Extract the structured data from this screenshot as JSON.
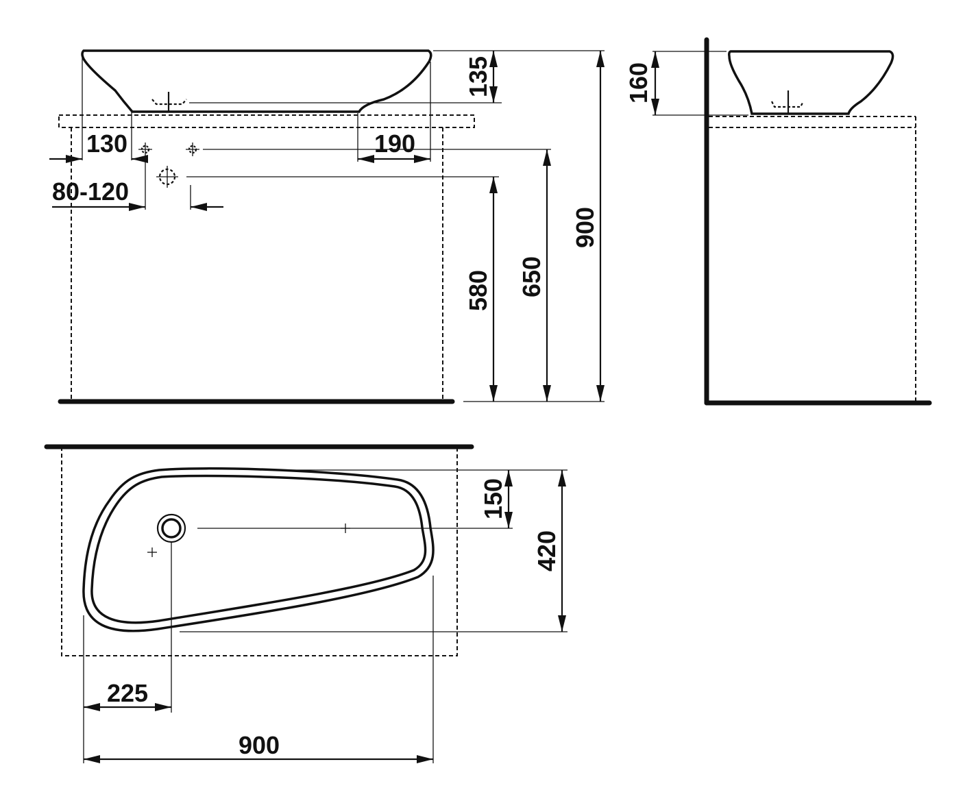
{
  "dimensions": {
    "basin_height": "135",
    "depth_offset": "130",
    "rear_offset": "190",
    "tap_range": "80-120",
    "height_580": "580",
    "height_650": "650",
    "height_900": "900",
    "side_height": "160",
    "tap_depth": "150",
    "basin_depth": "420",
    "tap_to_edge": "225",
    "basin_width": "900"
  }
}
